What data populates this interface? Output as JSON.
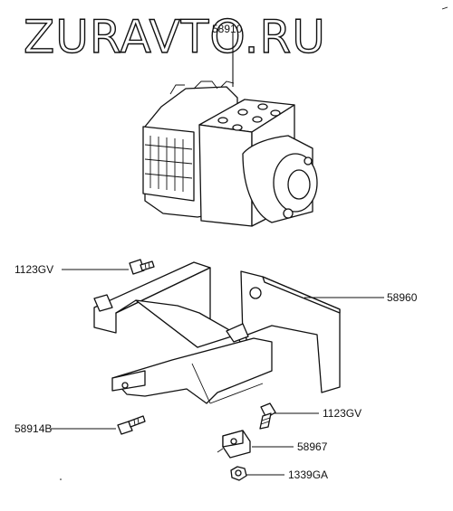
{
  "watermark": "ZURAVTO.RU",
  "callouts": {
    "hcu": "58910",
    "bracket": "58960",
    "bolt_upper_left": "1123GV",
    "bolt_lower_right": "1123GV",
    "bolt_lower_left": "58914B",
    "clip": "58967",
    "nut": "1339GA"
  },
  "colors": {
    "line": "#111111",
    "background": "#ffffff"
  }
}
